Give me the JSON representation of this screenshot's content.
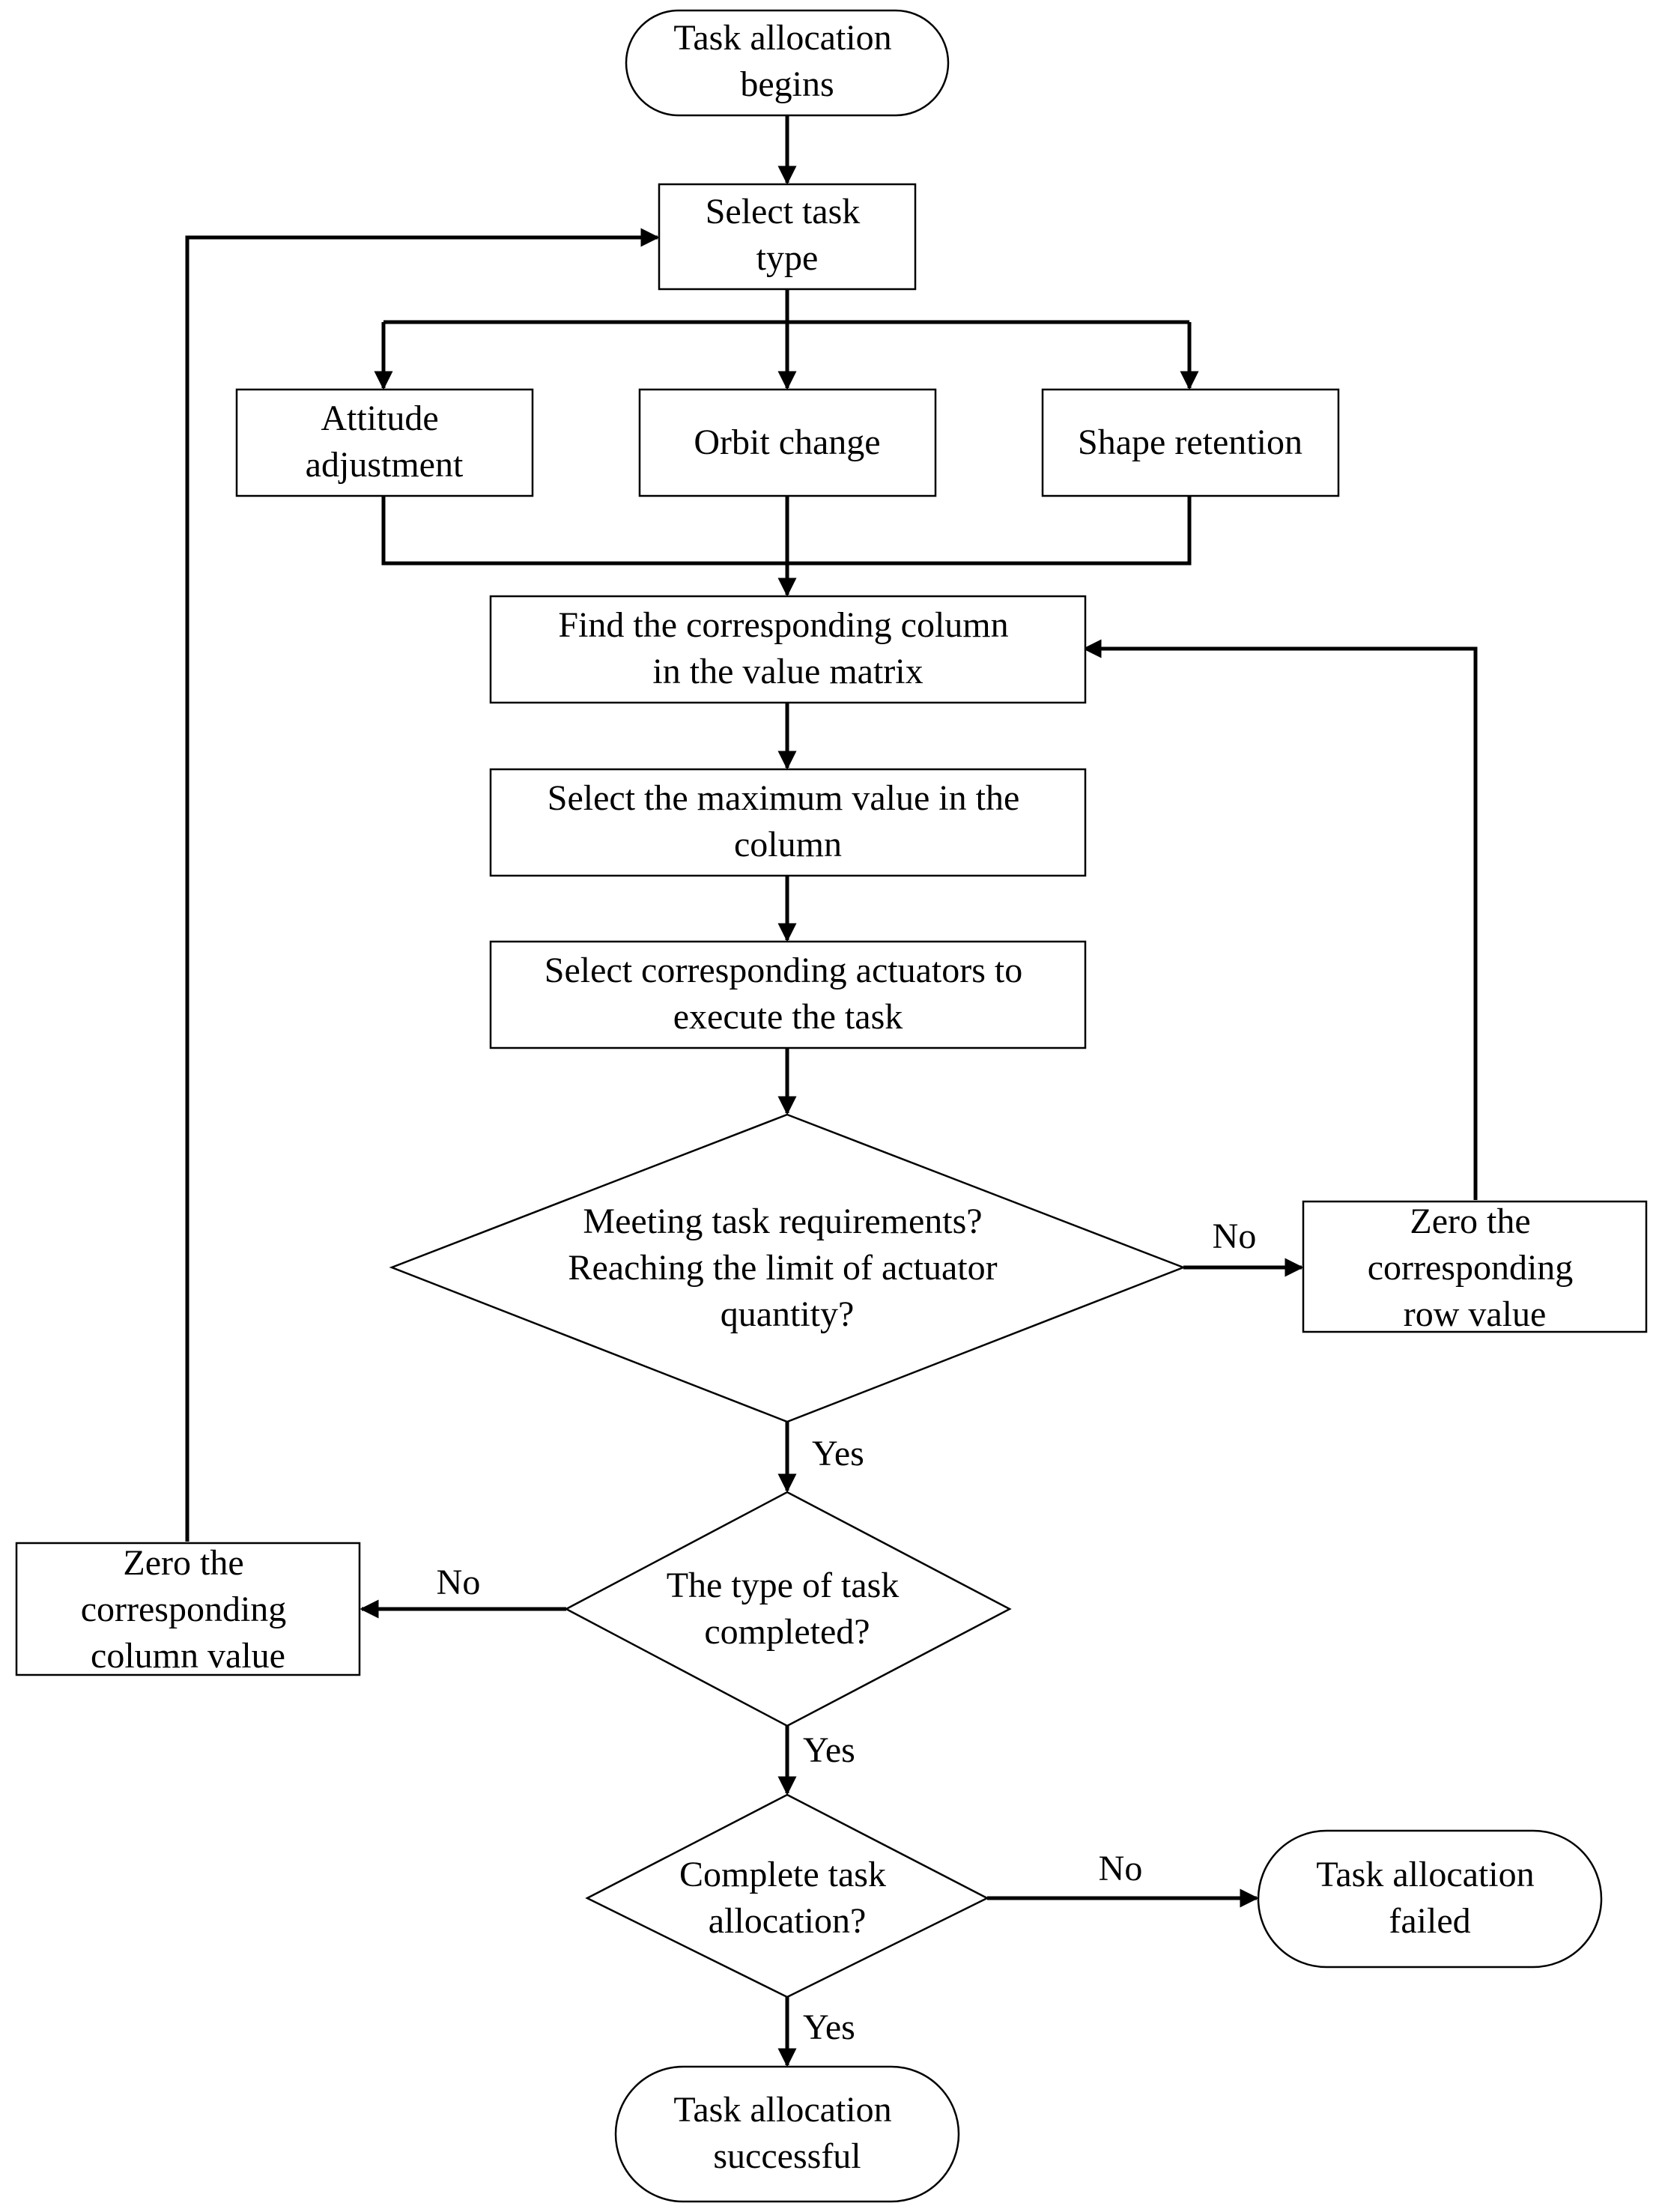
{
  "diagram": {
    "nodes": {
      "start": {
        "lines": [
          "Task allocation",
          "begins"
        ]
      },
      "select_type": {
        "lines": [
          "Select task",
          "type"
        ]
      },
      "attitude": {
        "lines": [
          "Attitude",
          "adjustment"
        ]
      },
      "orbit": {
        "lines": [
          "Orbit change"
        ]
      },
      "shape": {
        "lines": [
          "Shape retention"
        ]
      },
      "find_column": {
        "lines": [
          "Find the corresponding column",
          "in the value matrix"
        ]
      },
      "select_max": {
        "lines": [
          "Select the maximum value in the",
          "column"
        ]
      },
      "select_actuators": {
        "lines": [
          "Select corresponding actuators to",
          "execute the task"
        ]
      },
      "meeting": {
        "lines": [
          "Meeting task requirements?",
          "Reaching the limit of actuator",
          "quantity?"
        ]
      },
      "zero_row": {
        "lines": [
          "Zero the",
          "corresponding",
          "row value"
        ]
      },
      "type_completed": {
        "lines": [
          "The type of task",
          "completed?"
        ]
      },
      "zero_column": {
        "lines": [
          "Zero the",
          "corresponding",
          "column value"
        ]
      },
      "complete_alloc": {
        "lines": [
          "Complete task",
          "allocation?"
        ]
      },
      "failed": {
        "lines": [
          "Task allocation",
          "failed"
        ]
      },
      "success": {
        "lines": [
          "Task allocation",
          "successful"
        ]
      }
    },
    "edge_labels": {
      "meeting_no": "No",
      "meeting_yes": "Yes",
      "type_no": "No",
      "type_yes": "Yes",
      "complete_no": "No",
      "complete_yes": "Yes"
    }
  }
}
